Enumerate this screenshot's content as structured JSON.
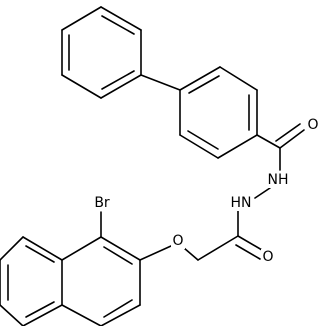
{
  "structure": {
    "atoms": {
      "oxygen_carbonyl_top": "O",
      "nh_top": "NH",
      "hn_middle": "HN",
      "oxygen_carbonyl_bottom": "O",
      "oxygen_ether": "O",
      "bromine": "Br"
    }
  }
}
